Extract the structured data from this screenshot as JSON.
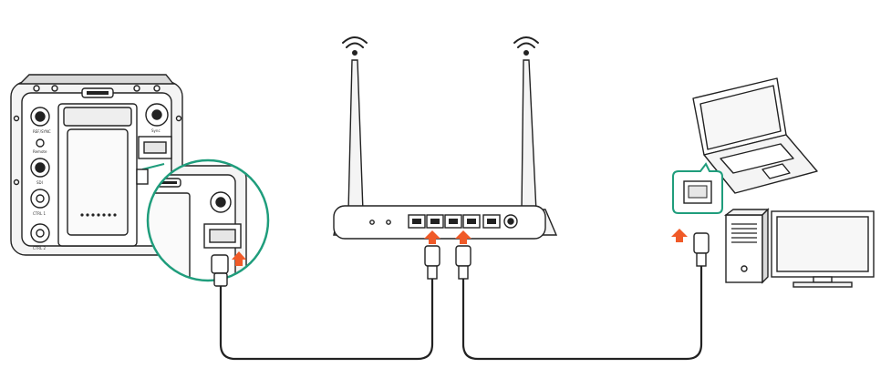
{
  "colors": {
    "accent_green": "#1f9d7c",
    "arrow_orange": "#f05a28",
    "line": "#222222",
    "fill_light": "#f4f4f4",
    "fill_mid": "#d9d9d9"
  },
  "camera": {
    "labels": [
      "REF/SYNC",
      "Remote",
      "SDI",
      "CTRL 1",
      "CTRL 2",
      "Sync"
    ]
  },
  "icons": [
    "wifi-icon",
    "ethernet-port-icon",
    "upload-arrow-icon"
  ]
}
